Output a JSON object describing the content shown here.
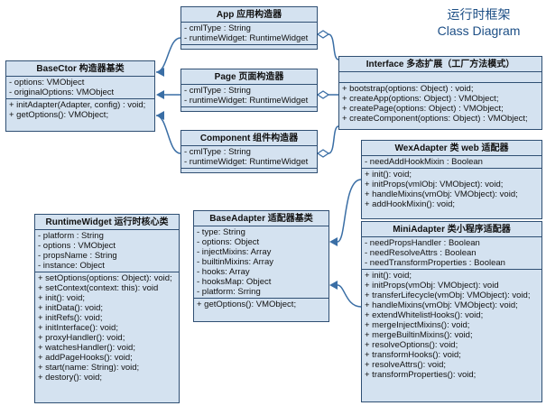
{
  "title": {
    "line1": "运行时框架",
    "line2": "Class Diagram"
  },
  "colors": {
    "box_fill": "#d4e2f0",
    "box_border": "#2f4f73",
    "connector": "#3a6ea5",
    "title": "#1d4f86"
  },
  "classes": {
    "app": {
      "name": "App 应用构造器",
      "attributes": [
        "- cmlType : String",
        "- runtimeWidget: RuntimeWidget"
      ],
      "methods": []
    },
    "base_ctor": {
      "name": "BaseCtor 构造器基类",
      "attributes": [
        "- options: VMObject",
        "- originalOptions: VMObject"
      ],
      "methods": [
        "+ initAdapter(Adapter, config) : void;",
        "+ getOptions(): VMObject;"
      ]
    },
    "page": {
      "name": "Page 页面构造器",
      "attributes": [
        "- cmlType : String",
        "- runtimeWidget: RuntimeWidget"
      ],
      "methods": []
    },
    "component": {
      "name": "Component 组件构造器",
      "attributes": [
        "- cmlType : String",
        "- runtimeWidget: RuntimeWidget"
      ],
      "methods": []
    },
    "interface": {
      "name": "Interface 多态扩展（工厂方法模式）",
      "attributes": [],
      "methods": [
        "+ bootstrap(options: Object) : void;",
        "+ createApp(options: Object) : VMObject;",
        "+ createPage(options: Object) : VMObject;",
        "+ createComponent(options: Object) : VMObject;"
      ]
    },
    "wex_adapter": {
      "name": "WexAdapter 类 web 适配器",
      "attributes": [
        "- needAddHookMixin : Boolean"
      ],
      "methods": [
        "+ init(): void;",
        "+ initProps(vmlObj: VMObject): void;",
        "+ handleMixins(vmObj: VMObject): void;",
        "+ addHookMixin(): void;"
      ]
    },
    "runtime_widget": {
      "name": "RuntimeWidget 运行时核心类",
      "attributes": [
        "- platform : String",
        "- options : VMObject",
        "- propsName : String",
        "- instance: Object"
      ],
      "methods": [
        "+ setOptions(options: Object): void;",
        "+ setContext(context: this): void",
        "+ init(): void;",
        "+ initData(): void;",
        "+ initRefs(): void;",
        "+ initInterface(): void;",
        "+ proxyHandler(): void;",
        "+ watchesHandler(): void;",
        "+ addPageHooks(): void;",
        "+ start(name: String): void;",
        "+ destory(): void;"
      ]
    },
    "base_adapter": {
      "name": "BaseAdapter 适配器基类",
      "attributes": [
        "- type: String",
        "- options: Object",
        "- injectMixins: Array",
        "- builtinMixins: Array",
        "- hooks: Array",
        "- hooksMap: Object",
        "- platform: Srring"
      ],
      "methods": [
        "+ getOptions(): VMObject;"
      ]
    },
    "mini_adapter": {
      "name": "MiniAdapter 类小程序适配器",
      "attributes": [
        "- needPropsHandler : Boolean",
        "- needResolveAttrs : Boolean",
        "- needTransformProperties : Boolean"
      ],
      "methods": [
        "+ init(): void;",
        "+ initProps(vmObj: VMObject): void",
        "+ transferLifecycle(vmObj: VMObject): void;",
        "+ handleMixins(vmObj: VMObject): void;",
        "+ extendWhitelistHooks(): void;",
        "+ mergeInjectMixins(): void;",
        "+ mergeBuiltinMixins(): void;",
        "+ resolveOptions(): void;",
        "+ transformHooks(): void;",
        "+ resolveAttrs(): void;",
        "+ transformProperties(): void;"
      ]
    }
  }
}
